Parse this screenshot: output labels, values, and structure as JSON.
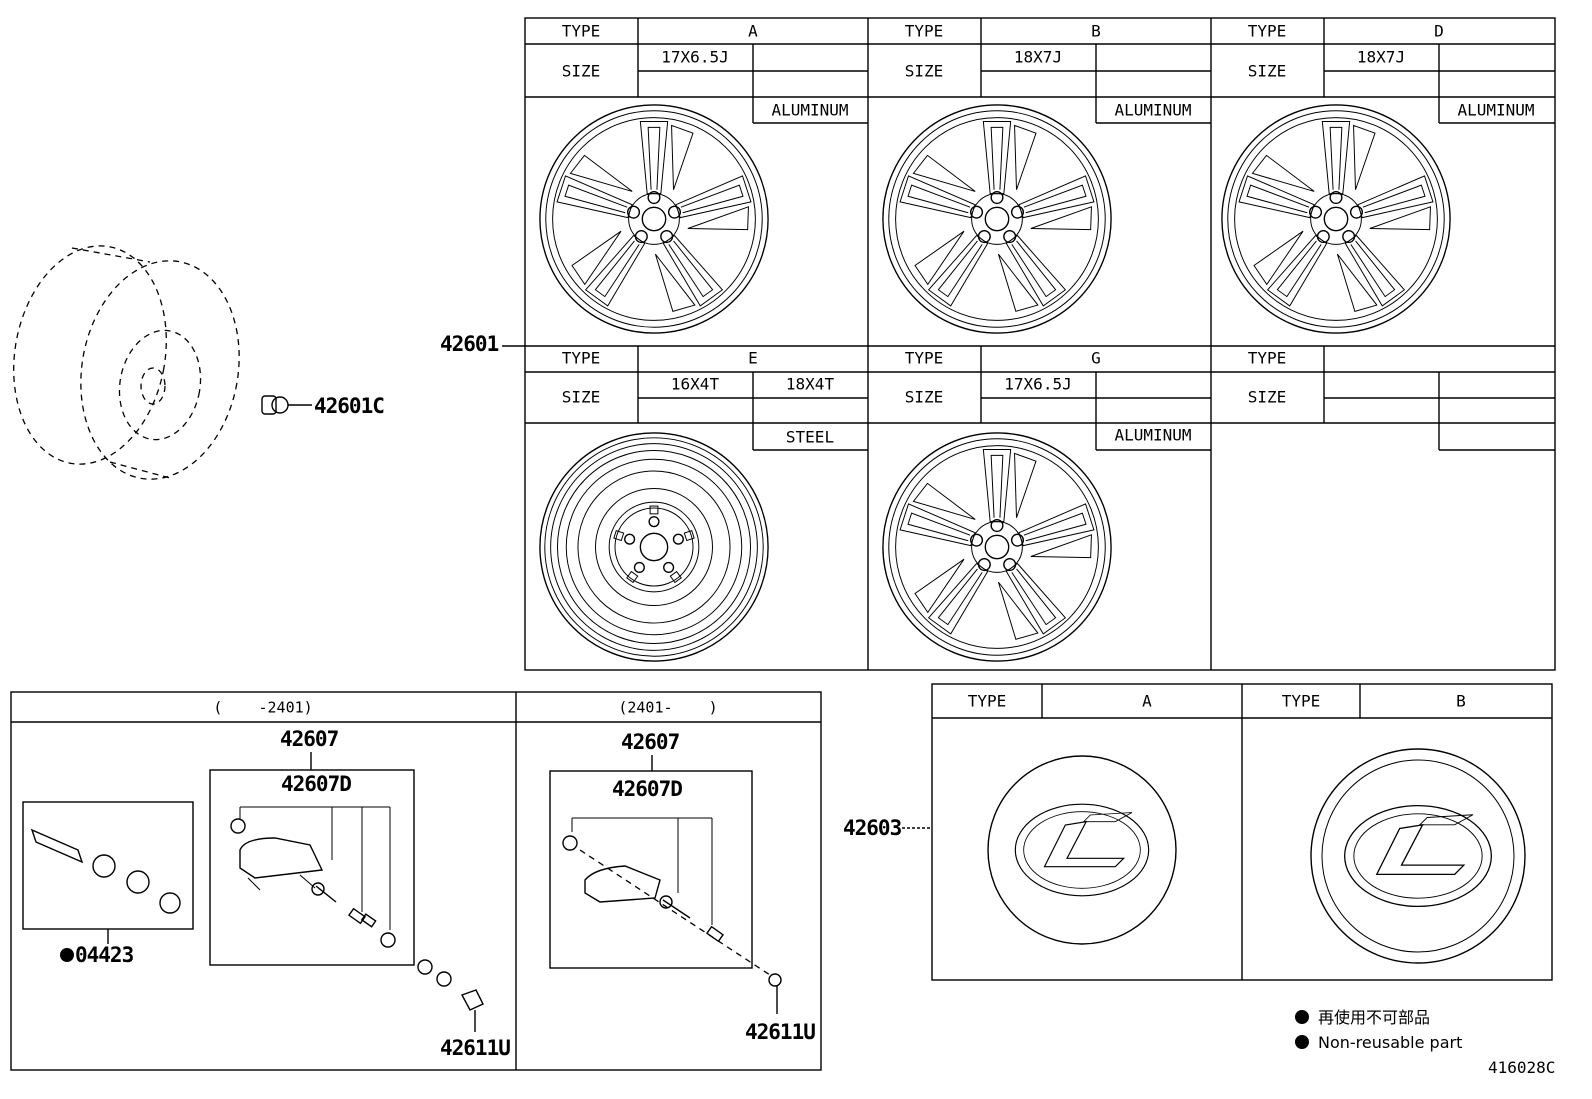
{
  "wheel_table": {
    "type_label": "TYPE",
    "size_label": "SIZE",
    "row1": [
      {
        "type": "A",
        "size_1": "17X6.5J",
        "size_2": "",
        "material": "ALUMINUM"
      },
      {
        "type": "B",
        "size_1": "18X7J",
        "size_2": "",
        "material": "ALUMINUM"
      },
      {
        "type": "D",
        "size_1": "18X7J",
        "size_2": "",
        "material": "ALUMINUM"
      }
    ],
    "row2": [
      {
        "type": "E",
        "size_1": "16X4T",
        "size_2": "18X4T",
        "material": "STEEL"
      },
      {
        "type": "G",
        "size_1": "17X6.5J",
        "size_2": "",
        "material": "ALUMINUM"
      },
      {
        "type": "",
        "size_1": "",
        "size_2": "",
        "material": ""
      }
    ]
  },
  "parts": {
    "wheel": "42601",
    "wheel_weight": "42601C",
    "valve_set": "42607",
    "sensor": "42607D",
    "nut": "42611U",
    "valve_core": "04423",
    "center_cap": "42603"
  },
  "tpms": {
    "left_header": "(    -2401)",
    "right_header": "(2401-    )"
  },
  "cap_table": {
    "type_label": "TYPE",
    "types": [
      "A",
      "B"
    ]
  },
  "legend": {
    "jp": "再使用不可部品",
    "en": "Non-reusable part"
  },
  "diagram_id": "416028C"
}
